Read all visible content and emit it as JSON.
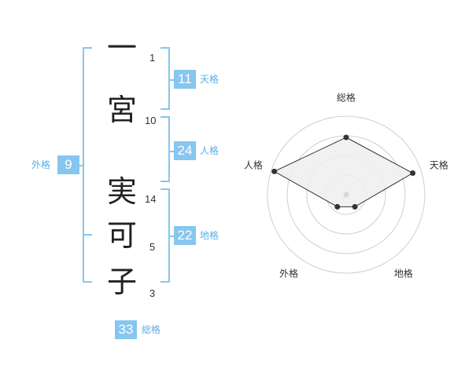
{
  "name": {
    "chars": [
      "一",
      "宮",
      "実",
      "可",
      "子"
    ],
    "strokes": [
      "1",
      "10",
      "14",
      "5",
      "3"
    ]
  },
  "kaku": {
    "tenkaku": {
      "value": "11",
      "label": "天格"
    },
    "jinkaku": {
      "value": "24",
      "label": "人格"
    },
    "chikaku": {
      "value": "22",
      "label": "地格"
    },
    "gaikaku": {
      "value": "9",
      "label": "外格"
    },
    "soukaku": {
      "value": "33",
      "label": "総格"
    }
  },
  "colors": {
    "accent": "#86c6ef",
    "label_text": "#5aaee6",
    "radar_fill": "#eeeeee"
  },
  "chart_data": {
    "type": "radar",
    "axes": [
      "総格",
      "天格",
      "地格",
      "外格",
      "人格"
    ],
    "values": [
      0.73,
      0.89,
      0.19,
      0.19,
      0.96
    ],
    "range": [
      0,
      1
    ],
    "rings": 4
  }
}
